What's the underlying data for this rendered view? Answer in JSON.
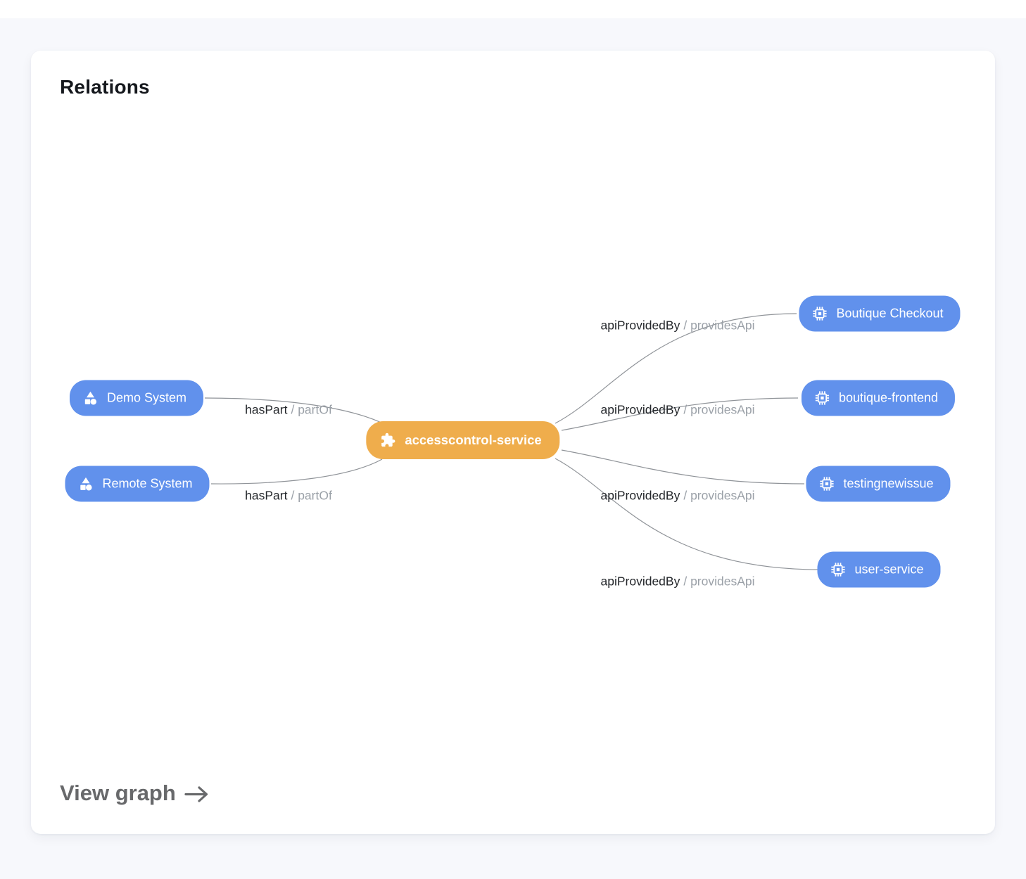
{
  "page": {
    "title": "Relations",
    "view_graph_label": "View graph"
  },
  "graph": {
    "center_node": {
      "label": "accesscontrol-service",
      "icon": "extension-puzzle-icon",
      "color": "#efad4c"
    },
    "left_nodes": [
      {
        "label": "Demo System",
        "icon": "category-icon",
        "color": "#6191ec"
      },
      {
        "label": "Remote System",
        "icon": "category-icon",
        "color": "#6191ec"
      }
    ],
    "right_nodes": [
      {
        "label": "Boutique Checkout",
        "icon": "memory-chip-icon",
        "color": "#6191ec"
      },
      {
        "label": "boutique-frontend",
        "icon": "memory-chip-icon",
        "color": "#6191ec"
      },
      {
        "label": "testingnewissue",
        "icon": "memory-chip-icon",
        "color": "#6191ec"
      },
      {
        "label": "user-service",
        "icon": "memory-chip-icon",
        "color": "#6191ec"
      }
    ],
    "left_edges": [
      {
        "primary": "hasPart",
        "secondary": "/ partOf"
      },
      {
        "primary": "hasPart",
        "secondary": "/ partOf"
      }
    ],
    "right_edges": [
      {
        "primary": "apiProvidedBy",
        "secondary": "/ providesApi"
      },
      {
        "primary": "apiProvidedBy",
        "secondary": "/ providesApi"
      },
      {
        "primary": "apiProvidedBy",
        "secondary": "/ providesApi"
      },
      {
        "primary": "apiProvidedBy",
        "secondary": "/ providesApi"
      }
    ],
    "colors": {
      "edge_line": "#8f9398",
      "label_primary": "#24272b",
      "label_secondary": "#9ba1a8",
      "page_background": "#f7f8fc",
      "card_background": "#ffffff"
    }
  }
}
